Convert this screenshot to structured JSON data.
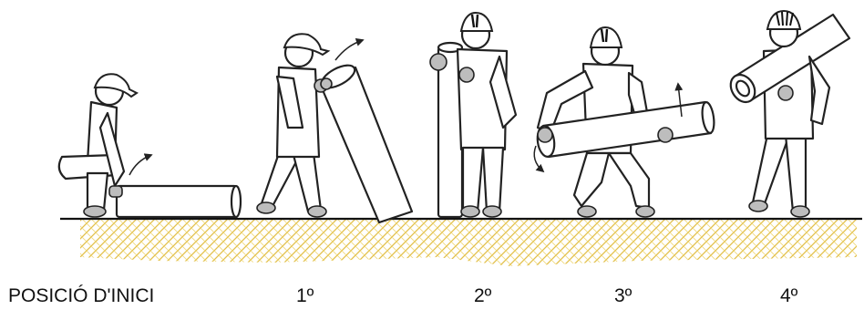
{
  "steps": [
    {
      "label": "POSICIÓ D'INICI"
    },
    {
      "label": "1º"
    },
    {
      "label": "2º"
    },
    {
      "label": "3º"
    },
    {
      "label": "4º"
    }
  ],
  "colors": {
    "ground": "#e8c84a",
    "outline": "#222222",
    "shoe": "#bdbdbd"
  },
  "icons": [
    "worker-icon",
    "helmet-icon",
    "pipe-icon",
    "rotation-arrow-icon",
    "ground-hatch-icon"
  ]
}
